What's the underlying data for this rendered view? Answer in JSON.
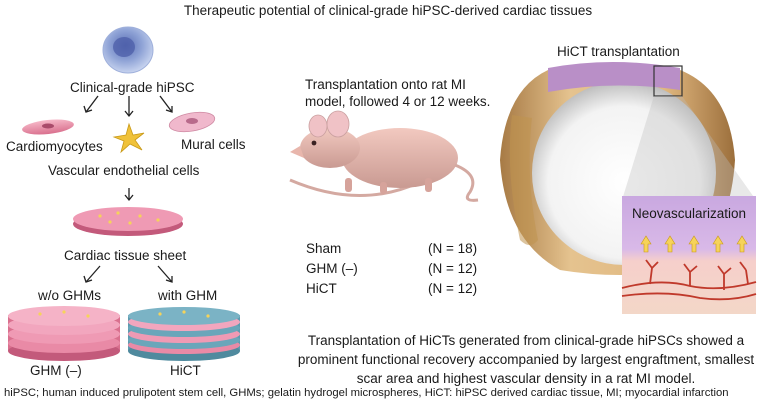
{
  "title": "Therapeutic potential of clinical-grade hiPSC-derived cardiac tissues",
  "left_panel": {
    "hipsc_label": "Clinical-grade hiPSC",
    "cardiomyocytes_label": "Cardiomyocytes",
    "mural_label": "Mural cells",
    "endothelial_label": "Vascular endothelial cells",
    "sheet_label": "Cardiac tissue sheet",
    "without_label": "w/o GHMs",
    "with_label": "with GHM",
    "ghm_minus_label": "GHM (–)",
    "hict_label": "HiCT"
  },
  "middle_panel": {
    "transplant_line1": "Transplantation onto rat MI",
    "transplant_line2": "model, followed 4 or 12 weeks.",
    "groups": [
      {
        "name": "Sham",
        "n": "(N = 18)"
      },
      {
        "name": "GHM (–)",
        "n": "(N = 12)"
      },
      {
        "name": "HiCT",
        "n": "(N = 12)"
      }
    ]
  },
  "right_panel": {
    "transplant_title": "HiCT transplantation",
    "inset_label": "Neovascularization"
  },
  "conclusion": "Transplantation of HiCTs generated from clinical-grade hiPSCs showed a prominent functional recovery accompanied by largest engraftment, smallest scar area and highest vascular density in a rat MI model.",
  "footnote": "hiPSC; human induced prulipotent stem cell, GHMs; gelatin hydrogel microspheres, HiCT: hiPSC derived cardiac tissue, MI; myocardial infarction",
  "colors": {
    "stem_cell": "#8fa3d6",
    "tissue_pink": "#e98aa6",
    "ghm_teal": "#5c9bb0",
    "heart_outer": "#d9b07a",
    "patch_purple": "#b98fc7",
    "arrow_yellow": "#f0c23a",
    "vessel_red": "#c0392b"
  }
}
